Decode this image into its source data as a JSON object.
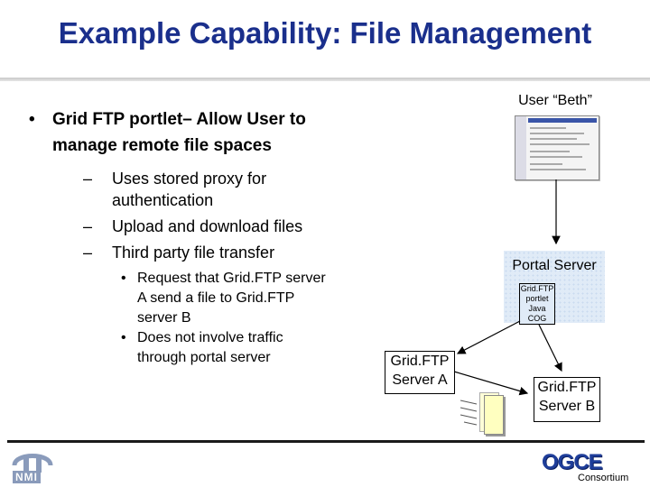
{
  "slide": {
    "title": "Example Capability: File Management",
    "bullets": [
      {
        "text": "Grid FTP portlet– Allow User to manage remote file spaces",
        "sub": [
          "Uses stored proxy for authentication",
          "Upload and download files",
          "Third party file transfer"
        ],
        "subsub": [
          "Request that Grid.FTP server A send a file to Grid.FTP server B",
          "Does not involve traffic through portal server"
        ]
      }
    ]
  },
  "diagram": {
    "user_label": "User “Beth”",
    "portal_server_label": "Portal Server",
    "portlet_lines": [
      "Grid.FTP",
      "portlet",
      "Java",
      "COG"
    ],
    "server_a_lines": [
      "Grid.FTP",
      "Server A"
    ],
    "server_b_lines": [
      "Grid.FTP",
      "Server B"
    ],
    "colors": {
      "title": "#1a2f8c",
      "portal_fill": "#e0ebf7",
      "arrow": "#000000"
    },
    "icons": {
      "user_screen": "portal-screenshot-icon",
      "file": "file-stack-icon"
    }
  },
  "footer": {
    "left_logo_text": "NMI",
    "right_logo_text": "OGCE",
    "right_logo_sub": "Consortium"
  }
}
